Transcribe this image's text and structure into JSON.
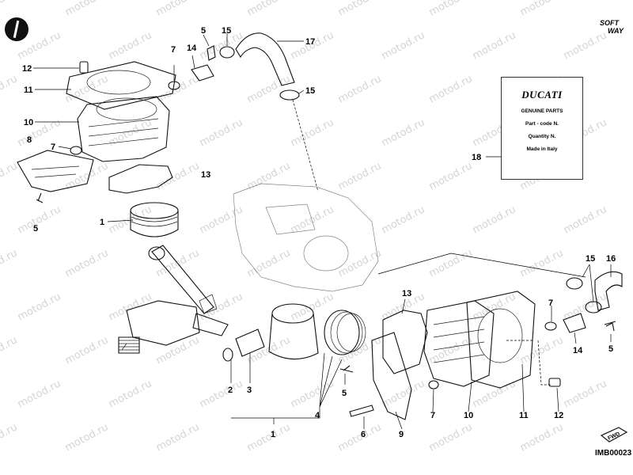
{
  "watermark": "motod.ru",
  "tag_card": {
    "brand": "DUCATI",
    "line1": "GENUINE PARTS",
    "line2": "Part - code N.",
    "line3": "Quantity N.",
    "line4": "Made in Italy"
  },
  "brand_mark": {
    "line1": "SOFT",
    "line2": "WAY"
  },
  "drawing_code": "IMB00023",
  "fwd_label": "FWD",
  "callouts": [
    "12",
    "11",
    "10",
    "8",
    "7",
    "5",
    "1",
    "7",
    "5",
    "14",
    "15",
    "17",
    "15",
    "13",
    "18",
    "15",
    "16",
    "7",
    "14",
    "5",
    "13",
    "2",
    "3",
    "4",
    "5",
    "6",
    "9",
    "7",
    "10",
    "11",
    "12",
    "1"
  ]
}
